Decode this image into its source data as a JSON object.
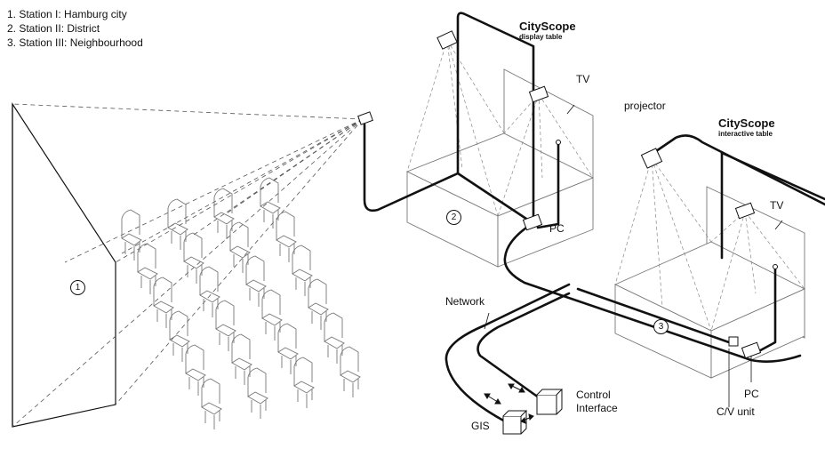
{
  "legend": [
    "1. Station I: Hamburg city",
    "2. Station II: District",
    "3. Station III: Neighbourhood"
  ],
  "display_table": {
    "title": "CityScope",
    "subtitle": "display table",
    "tv": "TV",
    "pc": "PC",
    "number": "2"
  },
  "interactive_table": {
    "title": "CityScope",
    "subtitle": "interactive table",
    "tv": "TV",
    "pc": "PC",
    "cv_unit": "C/V unit",
    "projector": "projector",
    "number": "3"
  },
  "screen": {
    "number": "1"
  },
  "network": {
    "network": "Network",
    "gis": "GIS",
    "control_line1": "Control",
    "control_line2": "Interface"
  }
}
